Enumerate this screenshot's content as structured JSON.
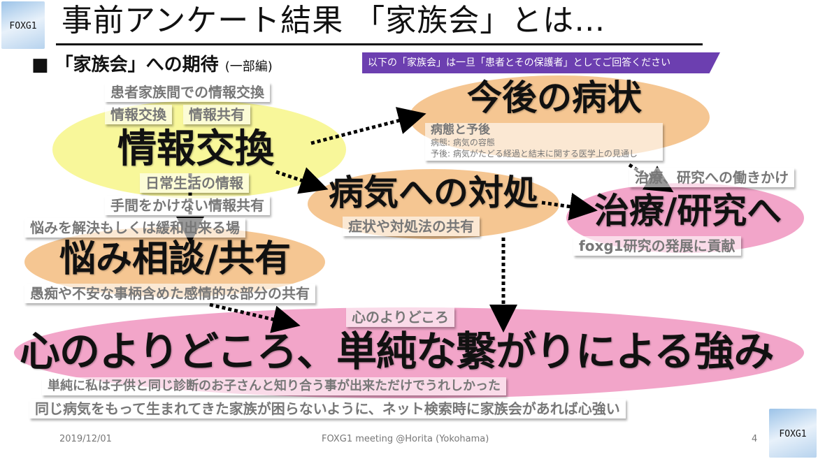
{
  "logo": {
    "text": "FOXG1"
  },
  "title": "事前アンケート結果 「家族会」とは…",
  "subtitle": {
    "bullet": "■",
    "main": "「家族会」への期待",
    "note": "(一部編)"
  },
  "banner": "以下の「家族会」は一旦「患者とその保護者」としてご回答ください",
  "bubbles": {
    "info": "情報交換",
    "future": "今後の病状",
    "coping": "病気への対処",
    "research": "治療/研究へ",
    "worry": "悩み相談/共有",
    "heart": "心のよりどころ、単純な繋がりによる強み"
  },
  "notes": {
    "n1": "患者家族間での情報交換",
    "n2": "情報交換",
    "n3": "情報共有",
    "n4": "日常生活の情報",
    "n5": "手間をかけない情報共有",
    "n6_title": "病態と予後",
    "n6_l1": "病態: 病気の容態",
    "n6_l2": "予後: 病気がたどる経過と結末に関する医学上の見通し",
    "n7": "症状や対処法の共有",
    "n8": "治療、研究への働きかけ",
    "n9": "foxg1研究の発展に貢献",
    "n10": "悩みを解決もしくは緩和出来る場",
    "n11": "愚痴や不安な事柄含めた感情的な部分の共有",
    "n12": "心のよりどころ",
    "n13": "単純に私は子供と同じ診断のお子さんと知り合う事が出来ただけでうれしかった",
    "n14": "同じ病気をもって生まれてきた家族が困らないように、ネット検索時に家族会があれば心強い"
  },
  "footer": {
    "date": "2019/12/01",
    "center": "FOXG1 meeting @Horita (Yokohama)",
    "page": "4"
  },
  "colors": {
    "yellow": "#f8f79a",
    "orange": "#f5c692",
    "pink": "#f2a5c9",
    "purple": "#6c3fb0"
  }
}
